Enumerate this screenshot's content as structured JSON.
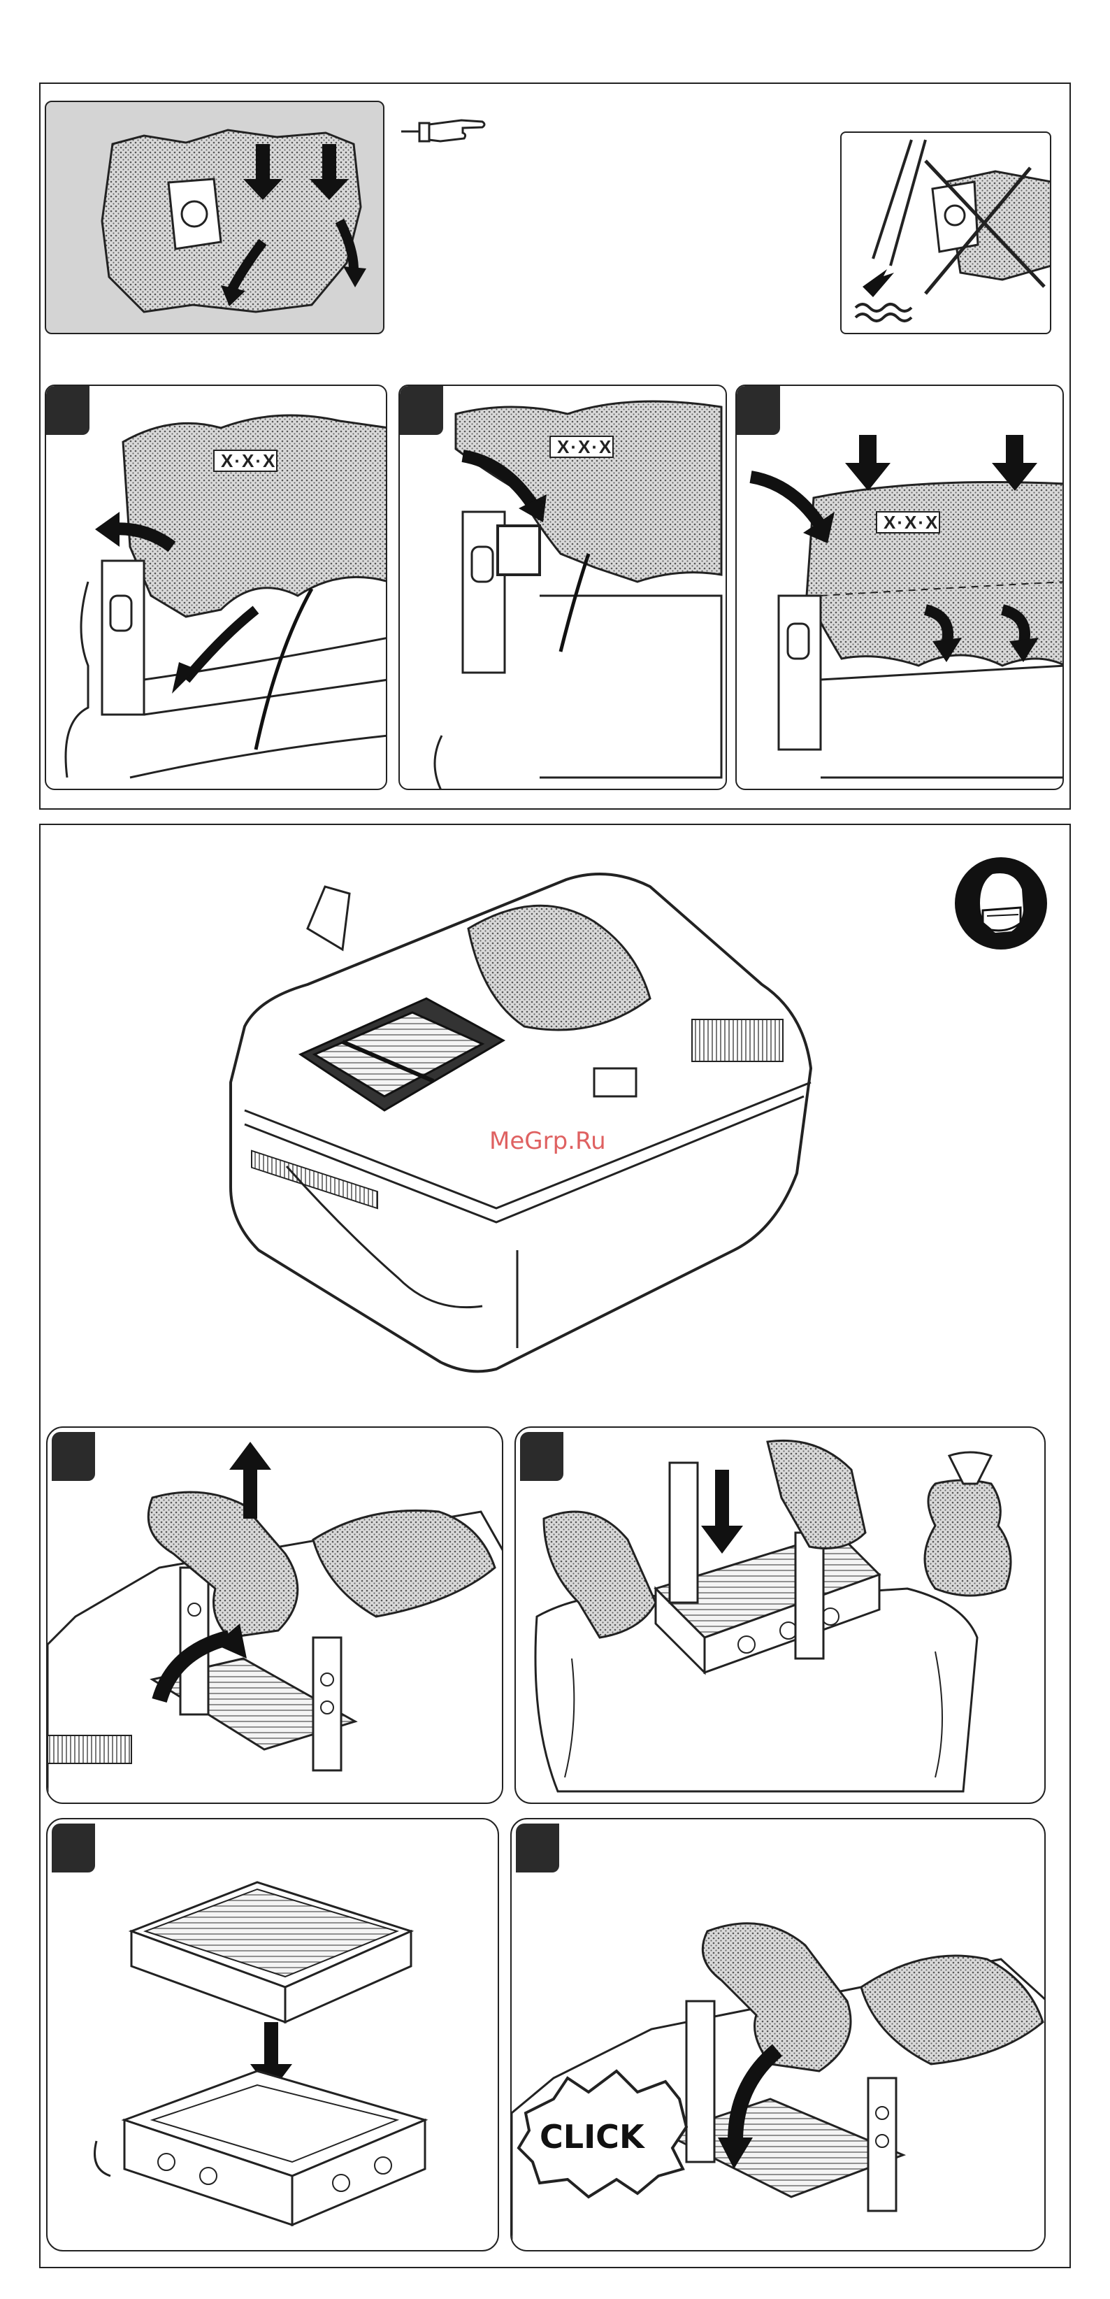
{
  "section1": {
    "bag_label": "X·X·X"
  },
  "section2": {
    "watermark": "MeGrp.Ru",
    "click_label": "CLICK"
  },
  "colors": {
    "frame_stroke": "#222222",
    "badge_fill": "#2b2b2b",
    "dotted_fill": "#c8c8c8",
    "gray_panel": "#d4d4d4",
    "watermark_red": "#d83a3a"
  },
  "icons": [
    "pointing-hand-icon",
    "no-wet-vacuum-icon",
    "face-mask-icon",
    "arrow-icon"
  ]
}
